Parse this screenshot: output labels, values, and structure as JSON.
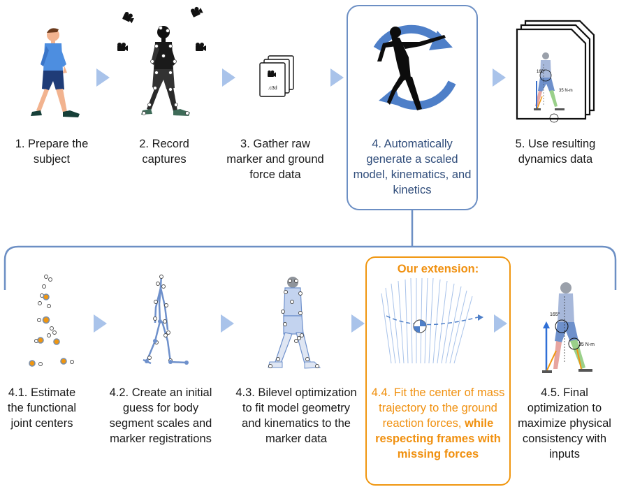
{
  "pipeline": {
    "steps": [
      {
        "label": "1. Prepare the subject"
      },
      {
        "label": "2. Record captures"
      },
      {
        "label": "3. Gather raw marker and ground force data"
      },
      {
        "label": "4. Automatically generate a scaled model, kinematics, and kinetics"
      },
      {
        "label": "5. Use resulting dynamics data"
      }
    ],
    "file_label": ".c3d",
    "angle_label": "165°",
    "torque_label": "35 N-m"
  },
  "substeps": {
    "steps": [
      {
        "label": "4.1. Estimate the functional joint centers"
      },
      {
        "label": "4.2. Create an initial guess for body segment scales and marker registrations"
      },
      {
        "label": "4.3. Bilevel optimization to fit model geometry and kinematics to the marker data"
      },
      {
        "label_plain": "4.4. Fit the center of mass trajectory to the ground reaction forces,",
        "label_bold": "while respecting frames with missing forces"
      },
      {
        "label": "4.5. Final optimization to maximize physical consistency with inputs"
      }
    ],
    "extension_header": "Our extension:",
    "angle_label": "165°",
    "torque_label": "35 N-m"
  },
  "colors": {
    "accent_blue": "#6c8fc4",
    "arrow_blue": "#a9c3ea",
    "orange": "#f0960f"
  }
}
